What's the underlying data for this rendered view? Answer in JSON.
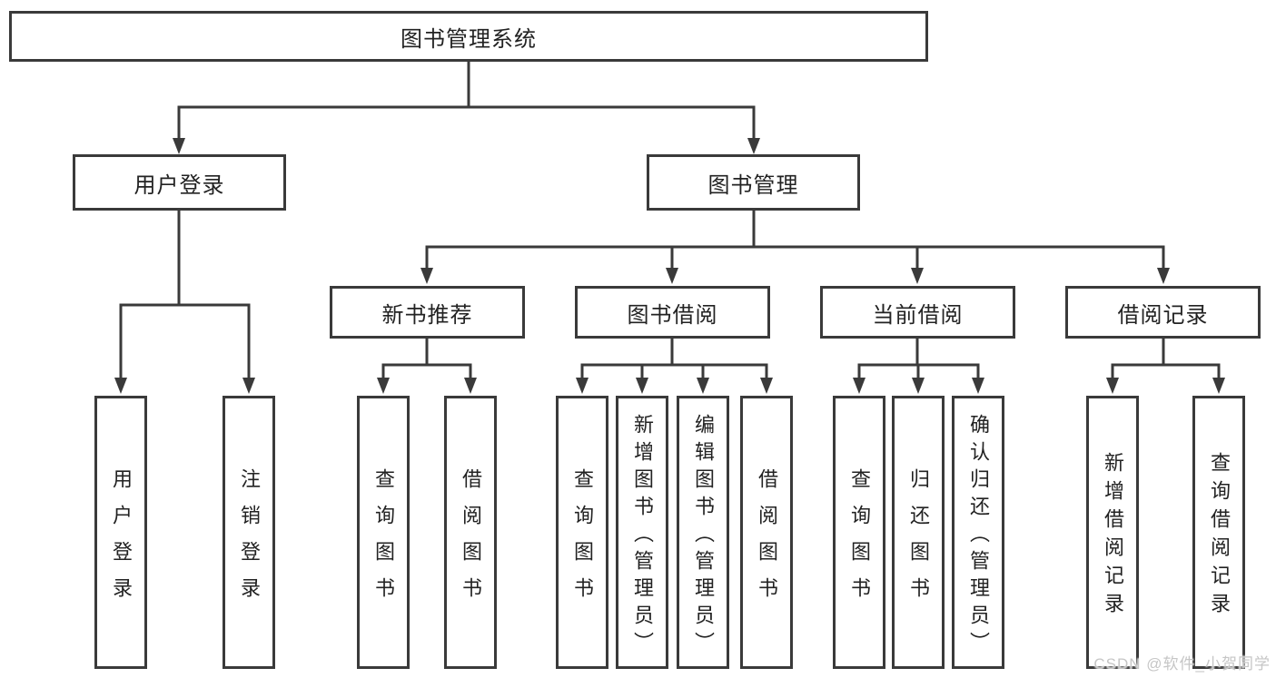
{
  "page": {
    "background": "#ffffff",
    "colors": {
      "line": "#3a3a3a",
      "box_border": "#3a3a3a",
      "text": "#222222",
      "watermark": "#c6c6c6"
    },
    "watermark": {
      "text": "CSDN @软件_小贺同学"
    }
  },
  "tree": {
    "root": {
      "label": "图书管理系统"
    },
    "branches": [
      {
        "label": "用户登录",
        "children": [
          {
            "label": "用户登录"
          },
          {
            "label": "注销登录"
          }
        ]
      },
      {
        "label": "图书管理",
        "children": [
          {
            "label": "新书推荐",
            "children": [
              {
                "label": "查询图书"
              },
              {
                "label": "借阅图书"
              }
            ]
          },
          {
            "label": "图书借阅",
            "children": [
              {
                "label": "查询图书"
              },
              {
                "label": "新增图书（管理员）"
              },
              {
                "label": "编辑图书（管理员）"
              },
              {
                "label": "借阅图书"
              }
            ]
          },
          {
            "label": "当前借阅",
            "children": [
              {
                "label": "查询图书"
              },
              {
                "label": "归还图书"
              },
              {
                "label": "确认归还（管理员）"
              }
            ]
          },
          {
            "label": "借阅记录",
            "children": [
              {
                "label": "新增借阅记录"
              },
              {
                "label": "查询借阅记录"
              }
            ]
          }
        ]
      }
    ]
  }
}
